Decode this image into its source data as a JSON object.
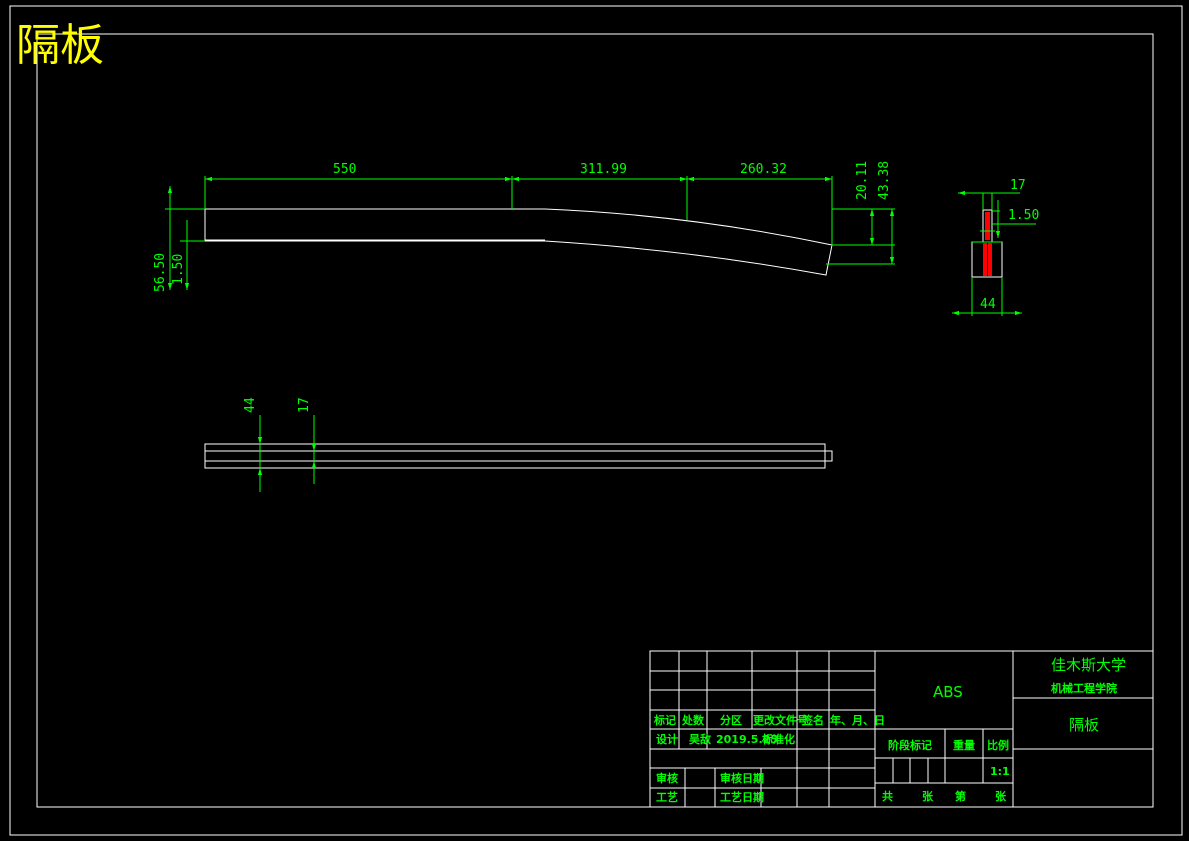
{
  "drawing": {
    "title": "隔板",
    "colors": {
      "background": "#000000",
      "outline": "#ffffff",
      "dimension": "#00ff00",
      "title": "#ffff00",
      "hatch": "#ff0000"
    }
  },
  "dimensions": {
    "front_length_1": "550",
    "front_length_2": "311.99",
    "front_length_3": "260.32",
    "front_right_1": "20.11",
    "front_right_2": "43.38",
    "front_left_1": "56.50",
    "front_left_2": "1.50",
    "section_top": "17",
    "section_right": "1.50",
    "section_bottom": "44",
    "top_view_1": "44",
    "top_view_2": "17"
  },
  "title_block": {
    "headers": [
      "标记",
      "处数",
      "分区",
      "更改文件号",
      "签名",
      "年、月、日"
    ],
    "design_label": "设计",
    "designer": "吴敌",
    "design_date": "2019.5.25",
    "standardize_label": "标准化",
    "review_label": "审核",
    "review_date_label": "审核日期",
    "process_label": "工艺",
    "process_date_label": "工艺日期",
    "material": "ABS",
    "stage_label": "阶段标记",
    "weight_label": "重量",
    "scale_label": "比例",
    "scale_value": "1:1",
    "sheets_total_label": "共",
    "sheets_unit_1": "张",
    "sheet_no_label": "第",
    "sheets_unit_2": "张",
    "university": "佳木斯大学",
    "college": "机械工程学院",
    "part_name": "隔板"
  }
}
